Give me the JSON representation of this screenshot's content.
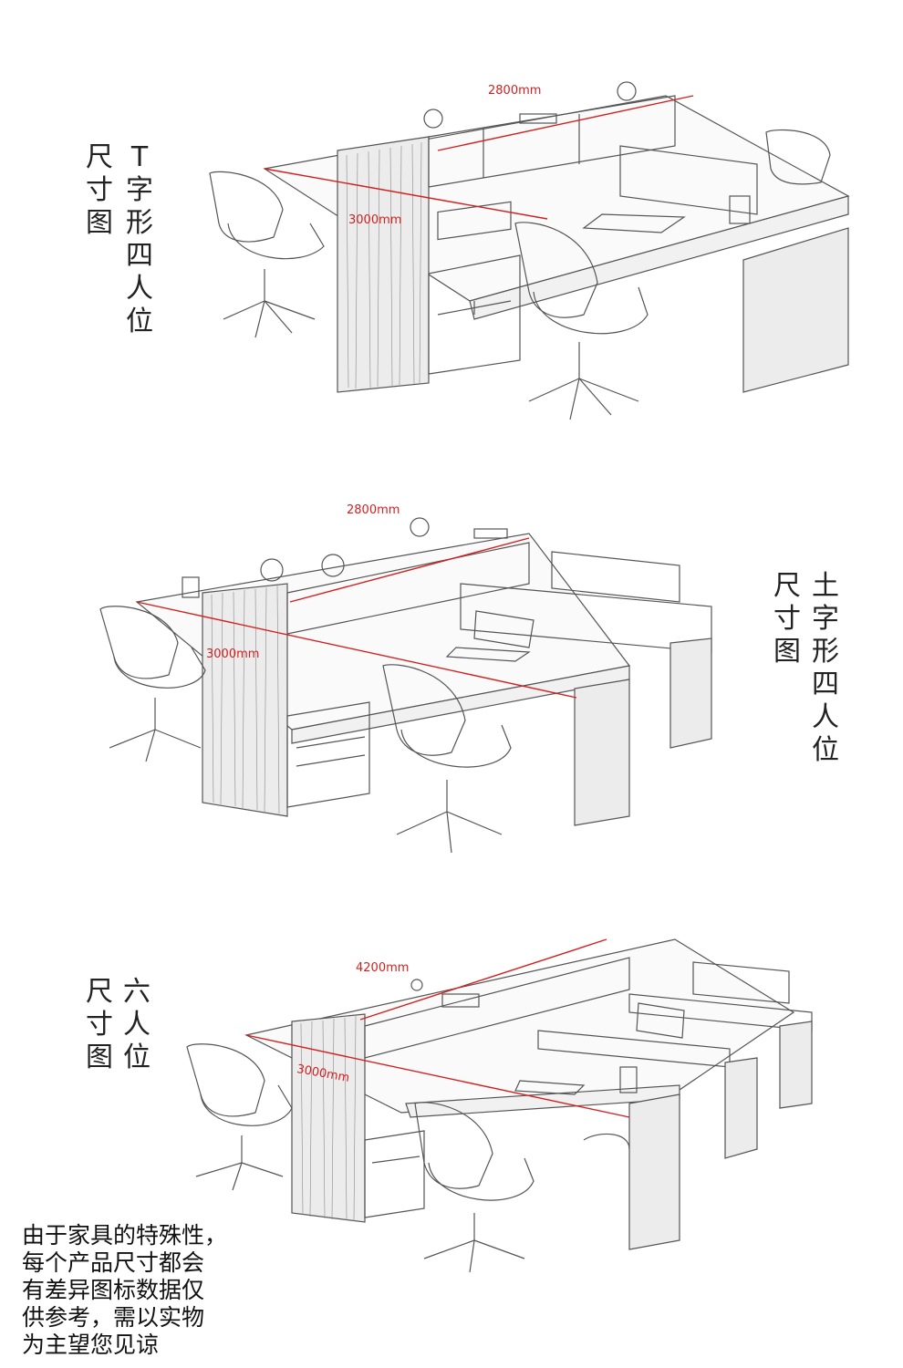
{
  "sections": [
    {
      "title_cols": [
        "T字形四人位",
        "尺寸图"
      ],
      "dim_length": "2800mm",
      "dim_width": "3000mm"
    },
    {
      "title_cols": [
        "土字形四人位",
        "尺寸图"
      ],
      "dim_length": "2800mm",
      "dim_width": "3000mm"
    },
    {
      "title_cols": [
        "六人位",
        "尺寸图"
      ],
      "dim_length": "4200mm",
      "dim_width": "3000mm"
    }
  ],
  "disclaimer": {
    "lines": [
      "由于家具的特殊性，",
      "每个产品尺寸都会",
      "有差异图标数据仅",
      "供参考，需以实物",
      "为主望您见谅"
    ]
  },
  "colors": {
    "dimension_line": "#d31f1f",
    "sketch": "#555555"
  }
}
